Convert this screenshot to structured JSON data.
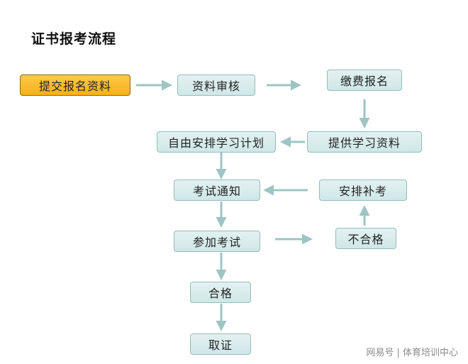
{
  "title": "证书报考流程",
  "steps": {
    "submit": "提交报名资料",
    "review": "资料审核",
    "pay": "缴费报名",
    "provide": "提供学习资料",
    "plan": "自由安排学习计划",
    "notice": "考试通知",
    "retake": "安排补考",
    "exam": "参加考试",
    "fail": "不合格",
    "pass": "合格",
    "cert": "取证"
  },
  "watermark": "网易号 | 体育培训中心",
  "colors": {
    "start_fill": "#f4b21a",
    "node_fill": "#d9ecec",
    "arrow": "#9fc4c4"
  }
}
